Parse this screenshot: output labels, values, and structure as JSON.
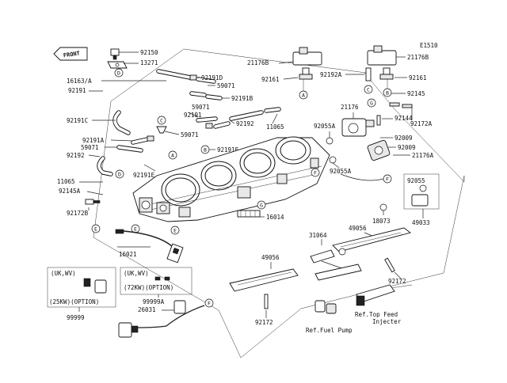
{
  "diagram_code": "E1510",
  "front_label": "FRONT",
  "parts": {
    "p92150": "92150",
    "p13271": "13271",
    "p16163": "16163/A",
    "p92191D": "92191D",
    "p59071a": "59071",
    "p92191B": "92191B",
    "p92191a": "92191",
    "p59071b": "59071",
    "p92191C": "92191C",
    "p92192a": "92192",
    "p11065a": "11065",
    "p59071c": "59071",
    "p92191A": "92191A",
    "p59071d": "59071",
    "p92192b": "92192",
    "p92191E_top": "92191E",
    "p92191E": "92191E",
    "p11065b": "11065",
    "p92145A": "92145A",
    "p92172B": "92172B",
    "p16021": "16021",
    "p21176B_l": "21176B",
    "p92161_l": "92161",
    "p92192A": "92192A",
    "p21176B_r": "21176B",
    "p92161_r": "92161",
    "p92145": "92145",
    "p21176": "21176",
    "p92144": "92144",
    "p92172A": "92172A",
    "p92055A_a": "92055A",
    "p92009a": "92009",
    "p92009b": "92009",
    "p21176A": "21176A",
    "p92055A_b": "92055A",
    "p92055": "92055",
    "p16014": "16014",
    "p18073": "18073",
    "p49033": "49033",
    "p31064": "31064",
    "p49056a": "49056",
    "p49056b": "49056",
    "p92172a": "92172",
    "p92172b": "92172",
    "p99999": "99999",
    "p99999A": "99999A",
    "p26031": "26031"
  },
  "callouts": {
    "A": "A",
    "B": "B",
    "C": "C",
    "D": "D",
    "E": "E",
    "F": "F",
    "G": "G"
  },
  "notes": {
    "uk_wv_1": "(UK,WV)",
    "opt_25kw": "(25KW)(OPTION)",
    "uk_wv_2": "(UK,WV)",
    "opt_72kw": "(72KW)(OPTION)",
    "ref_fuel_pump": "Ref.Fuel Pump",
    "ref_top_feed_1": "Ref.Top Feed",
    "ref_top_feed_2": "Injecter"
  }
}
